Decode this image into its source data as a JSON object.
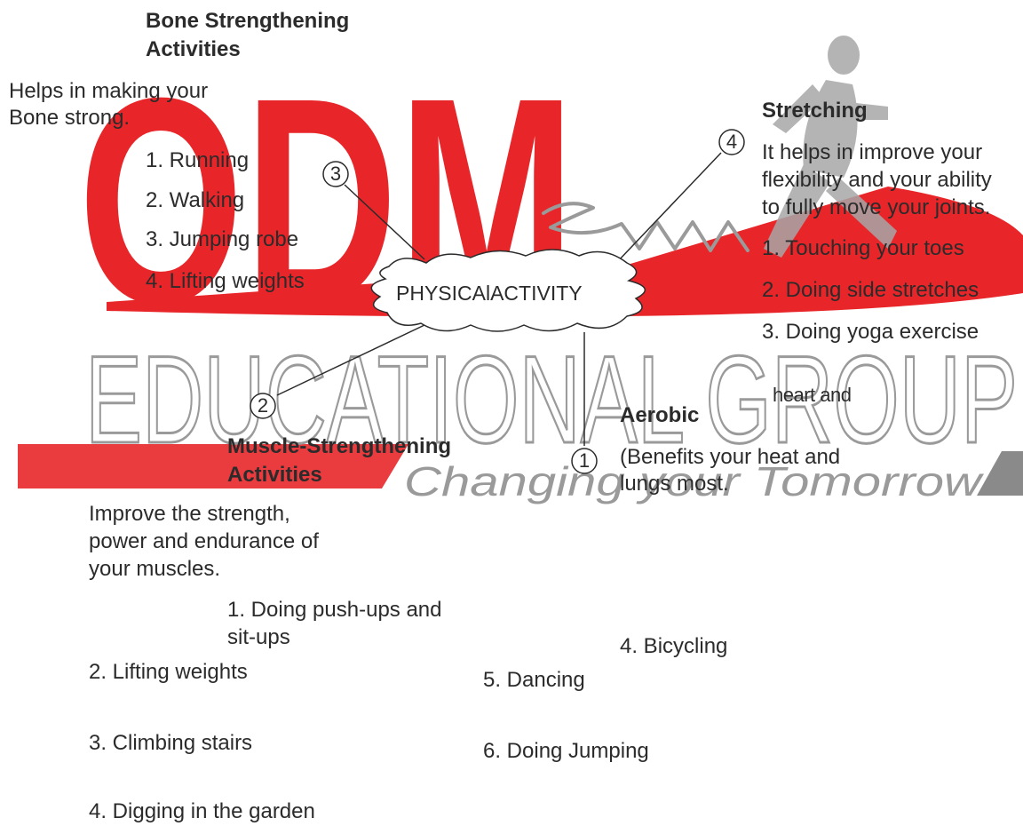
{
  "watermark": {
    "brand_text": "ODM",
    "group_text": "EDUCATIONAL GROUP",
    "tagline_text": "Changing your Tomorrow",
    "brand_color": "#e8262a",
    "grey_color": "#9a9a9a"
  },
  "center": {
    "label": "PHYSICAlACTIVITY"
  },
  "bone": {
    "number": "3",
    "title_line1": "Bone Strengthening",
    "title_line2": "Activities",
    "desc_line1": "Helps in making your",
    "desc_line2": "Bone strong.",
    "items": [
      "1. Running",
      "2. Walking",
      "3. Jumping robe",
      "4. Lifting weights"
    ]
  },
  "stretching": {
    "number": "4",
    "title": "Stretching",
    "desc_line1": "It helps in improve your",
    "desc_line2": "flexibility and your ability",
    "desc_line3": "to fully move your joints.",
    "items": [
      "1. Touching your toes",
      "2. Doing side stretches",
      "3. Doing yoga exercise"
    ]
  },
  "muscle": {
    "number": "2",
    "title_line1": "Muscle-Strengthening",
    "title_line2": "Activities",
    "desc_line1": "Improve the strength,",
    "desc_line2": "power and endurance of",
    "desc_line3": "your muscles.",
    "items": [
      "1. Doing push-ups and",
      "sit-ups",
      "2. Lifting weights",
      "3. Climbing stairs",
      "4. Digging in the garden"
    ]
  },
  "aerobic": {
    "number": "1",
    "overlay_text": "heart and",
    "title": "Aerobic",
    "desc_line1": "(Benefits your heat and",
    "desc_line2": "lungs most.",
    "items": [
      "4. Bicycling",
      "5. Dancing",
      "6. Doing Jumping"
    ]
  }
}
